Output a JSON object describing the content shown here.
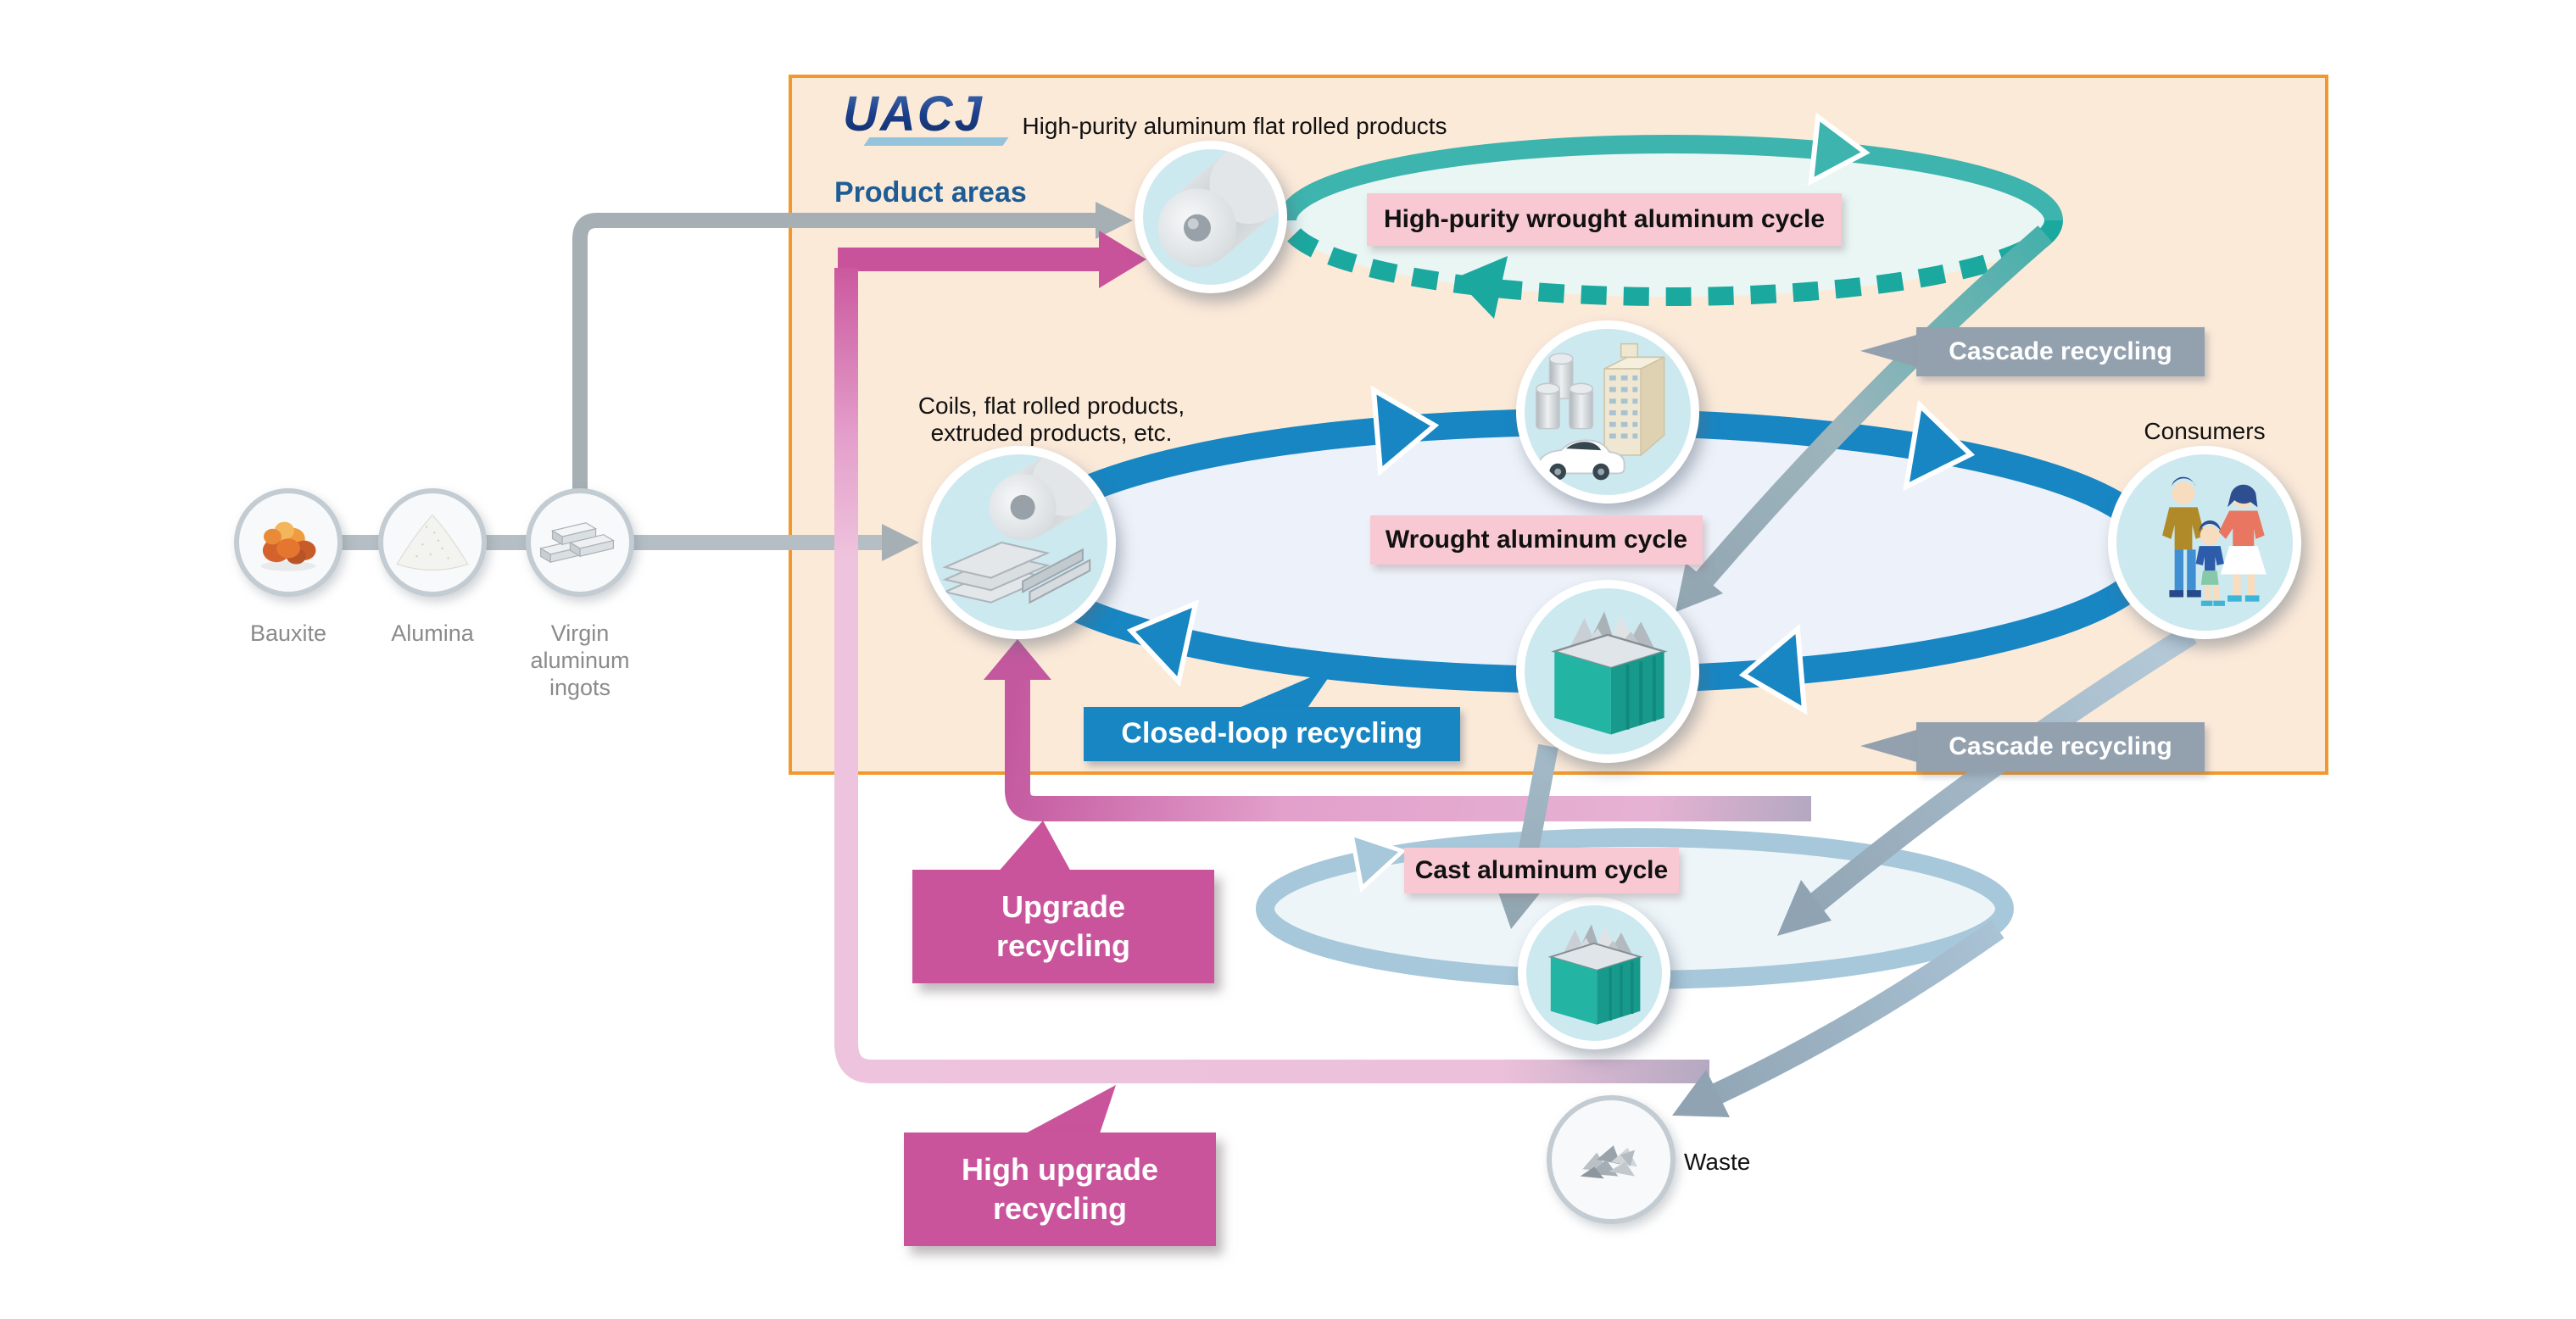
{
  "logo": {
    "text": "UACJ"
  },
  "header": {
    "product_areas": "Product areas"
  },
  "nodes": {
    "hp_products": {
      "label": "High-purity aluminum flat rolled products"
    },
    "coils": {
      "label_line1": "Coils, flat rolled products,",
      "label_line2": "extruded products, etc."
    },
    "consumers": {
      "label": "Consumers"
    },
    "waste": {
      "label": "Waste"
    },
    "bauxite": {
      "label": "Bauxite"
    },
    "alumina": {
      "label": "Alumina"
    },
    "ingots": {
      "label_line1": "Virgin",
      "label_line2": "aluminum",
      "label_line3": "ingots"
    }
  },
  "cycles": {
    "hp": {
      "badge": "High-purity wrought aluminum cycle"
    },
    "wrought": {
      "badge": "Wrought aluminum cycle"
    },
    "cast": {
      "badge": "Cast aluminum cycle"
    }
  },
  "flows": {
    "cascade_top": {
      "label": "Cascade recycling"
    },
    "cascade_bottom": {
      "label": "Cascade recycling"
    },
    "closed_loop": {
      "label": "Closed-loop recycling"
    },
    "upgrade": {
      "label_line1": "Upgrade",
      "label_line2": "recycling"
    },
    "high_upgrade": {
      "label_line1": "High upgrade",
      "label_line2": "recycling"
    }
  },
  "colors": {
    "box_background": "#fcead9",
    "box_border": "#f2992e",
    "teal_cycle": "#3db4ad",
    "teal_dash": "#1ba89f",
    "blue_cycle": "#1786c3",
    "cast_cycle": "#a7c8da",
    "cascade_gray": "#93a1af",
    "magenta": "#c9549b",
    "light_pink_pipe": "#eec3dd",
    "pink_badge": "#f8c9d3",
    "logo_navy": "#1d3f8a",
    "label_gray": "#8b8b8b"
  }
}
